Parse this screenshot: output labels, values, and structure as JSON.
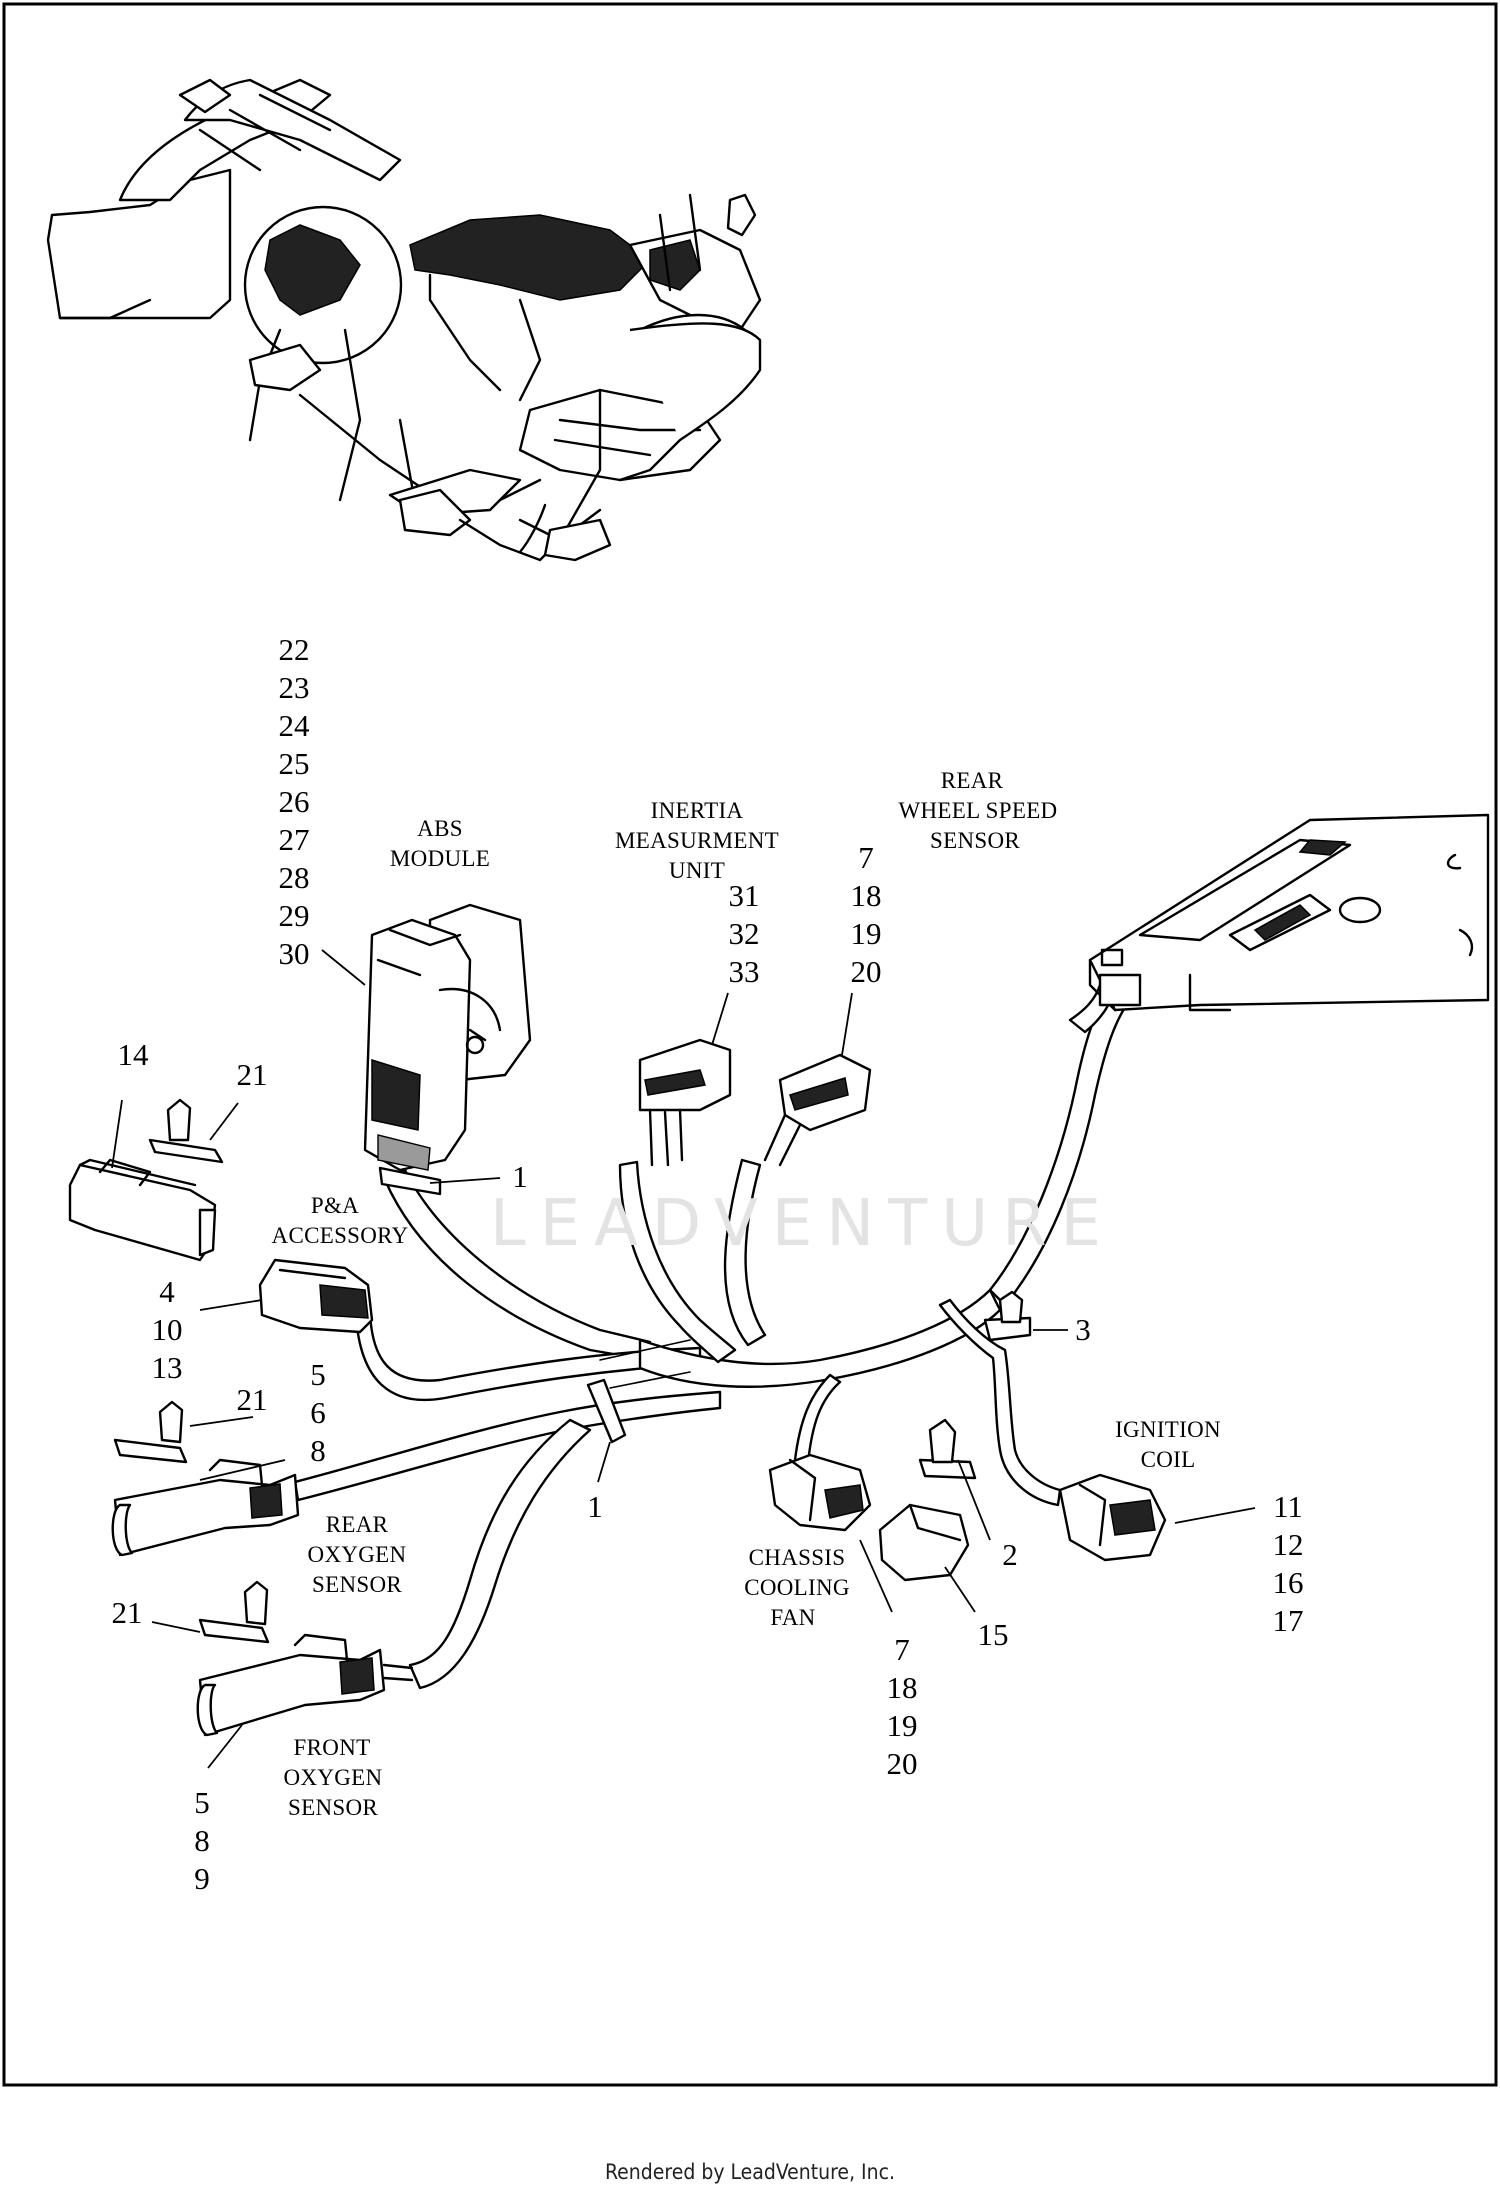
{
  "watermark": "LEADVENTURE",
  "footer": "Rendered by LeadVenture, Inc.",
  "labels": {
    "abs_module": [
      "ABS",
      "MODULE"
    ],
    "inertia_unit": [
      "INERTIA",
      "MEASURMENT",
      "UNIT"
    ],
    "rear_wheel_speed_sensor": [
      "REAR",
      "WHEEL SPEED",
      "SENSOR"
    ],
    "pa_accessory": [
      "P&A",
      "ACCESSORY"
    ],
    "rear_oxygen_sensor": [
      "REAR",
      "OXYGEN",
      "SENSOR"
    ],
    "front_oxygen_sensor": [
      "FRONT",
      "OXYGEN",
      "SENSOR"
    ],
    "chassis_cooling_fan": [
      "CHASSIS",
      "COOLING",
      "FAN"
    ],
    "ignition_coil": [
      "IGNITION",
      "COIL"
    ]
  },
  "callouts": {
    "abs_module_group": [
      "22",
      "23",
      "24",
      "25",
      "26",
      "27",
      "28",
      "29",
      "30"
    ],
    "inertia_group": [
      "31",
      "32",
      "33"
    ],
    "rear_wheel_speed_group": [
      "7",
      "18",
      "19",
      "20"
    ],
    "connector_14": [
      "14"
    ],
    "clip_21_top": [
      "21"
    ],
    "clip_21_mid": [
      "21"
    ],
    "clip_21_low": [
      "21"
    ],
    "strap_1_abs": [
      "1"
    ],
    "strap_1_main": [
      "1"
    ],
    "pa_accessory_group": [
      "4",
      "10",
      "13"
    ],
    "pa_pins_group": [
      "5",
      "6",
      "8"
    ],
    "front_oxygen_group": [
      "5",
      "8",
      "9"
    ],
    "clip_3": [
      "3"
    ],
    "clip_2": [
      "2"
    ],
    "connector_15": [
      "15"
    ],
    "chassis_fan_group": [
      "7",
      "18",
      "19",
      "20"
    ],
    "ignition_coil_group": [
      "11",
      "12",
      "16",
      "17"
    ]
  }
}
